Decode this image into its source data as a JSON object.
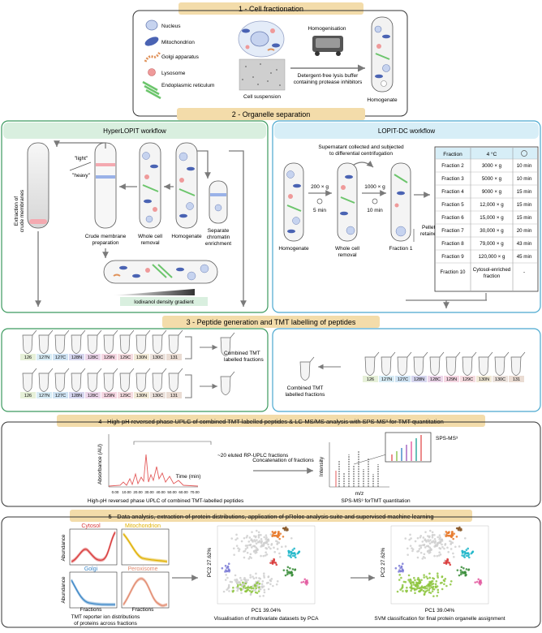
{
  "section1": {
    "banner": "1 - Cell fractionation",
    "legend": [
      "Nucleus",
      "Mitochondrion",
      "Golgi apparatus",
      "Lysosome",
      "Endoplasmic reticulum"
    ],
    "homogenisation": "Homogenisation",
    "cell_suspension": "Cell suspension",
    "buffer_line1": "Detergent-free lysis buffer",
    "buffer_line2": "containing protease inhibitors",
    "homogenate": "Homogenate"
  },
  "section2": {
    "banner": "2 - Organelle separation",
    "hyper_title": "HyperLOPIT workflow",
    "light": "\"light\"",
    "heavy": "\"heavy\"",
    "crude1": "Crude membrane",
    "crude2": "preparation",
    "whole1": "Whole cell",
    "whole2": "removal",
    "homogenate": "Homogenate",
    "sep1": "Separate",
    "sep2": "chromatin",
    "sep3": "enrichment",
    "extraction1": "Extraction of",
    "extraction2": "crude membranes",
    "gradient": "Iodixanol density gradient",
    "lopit_title": "LOPIT-DC workflow",
    "supernatant1": "Supernatant collected and subjected",
    "supernatant2": "to differential centrifugation",
    "g200": "200 × g",
    "min5": "5 min",
    "g1000": "1000 × g",
    "min10": "10 min",
    "pellet1": "Pellet",
    "pellet2": "retained",
    "dc_homogenate": "Homogenate",
    "dc_whole1": "Whole cell",
    "dc_whole2": "removal",
    "fraction1": "Fraction 1",
    "table_head": [
      "Fraction",
      "4 °C"
    ],
    "table_rows": [
      [
        "Fraction 2",
        "3000 × g",
        "10 min"
      ],
      [
        "Fraction 3",
        "5000 × g",
        "10 min"
      ],
      [
        "Fraction 4",
        "9000 × g",
        "15 min"
      ],
      [
        "Fraction 5",
        "12,000 × g",
        "15 min"
      ],
      [
        "Fraction 6",
        "15,000 × g",
        "15 min"
      ],
      [
        "Fraction 7",
        "30,000 × g",
        "20 min"
      ],
      [
        "Fraction 8",
        "79,000 × g",
        "43 min"
      ],
      [
        "Fraction 9",
        "120,000 × g",
        "45 min"
      ]
    ],
    "table_last": [
      "Fraction 10",
      "Cytosol-enriched",
      "fraction",
      "-"
    ]
  },
  "section3": {
    "banner": "3 - Peptide generation and TMT labelling of peptides",
    "tmt_labels": [
      "126",
      "127N",
      "127C",
      "128N",
      "128C",
      "129N",
      "129C",
      "130N",
      "130C",
      "131"
    ],
    "tmt_colors": [
      "#e6f0d8",
      "#d8ecf5",
      "#cfe3f3",
      "#d6d6ef",
      "#ecd6ea",
      "#f5d6e2",
      "#f6dce0",
      "#f1e9d6",
      "#ece2dc",
      "#eadcd3"
    ],
    "combined1": "Combined TMT",
    "combined2": "labelled fractions"
  },
  "section4": {
    "banner": "4 - High-pH reversed phase UPLC of combined TMT-labelled peptides & LC-MS/MS analysis with SPS-MS³ for TMT quantitation",
    "absorbance": "Absorbance (AU)",
    "fractions_note": "~20 eluted RP-UPLC fractions",
    "time": "Time (min)",
    "ticks": [
      "0.00",
      "10.00",
      "20.00",
      "30.00",
      "40.00",
      "50.00",
      "60.00",
      "70.00"
    ],
    "uplc_caption": "High-pH reversed phase UPLC of combined TMT-labelled peptides",
    "concat": "Concatenation of fractions",
    "sps": "SPS-MS³",
    "intensity": "Intensity",
    "mz": "m/z",
    "sps_caption": "SPS-MS³ forTMT quantitation"
  },
  "section5": {
    "banner": "5 - Data analysis, extraction of protein distributions, application of pRoloc analysis suite and supervised machine learning",
    "cytosol": "Cytosol",
    "mito": "Mitochondrion",
    "golgi": "Golgi",
    "perox": "Peroxisome",
    "abundance": "Abundance",
    "fractions": "Fractions",
    "tmt_caption1": "TMT reporter ion distributions",
    "tmt_caption2": "of proteins across fractions",
    "pc1": "PC1 39.04%",
    "pc2": "PC2 27.62%",
    "pca_caption": "Visualisation of multivariate datasets by PCA",
    "svm_caption": "SVM classification for final protein organelle assignment"
  },
  "colors": {
    "banner_fill": "#f3dcaa",
    "hyper_green": "#3c9a5f",
    "hyper_header": "#d9efdf",
    "lopit_blue": "#4aa8cf",
    "lopit_header": "#d7eef7",
    "arrow": "#7a7a7a"
  }
}
